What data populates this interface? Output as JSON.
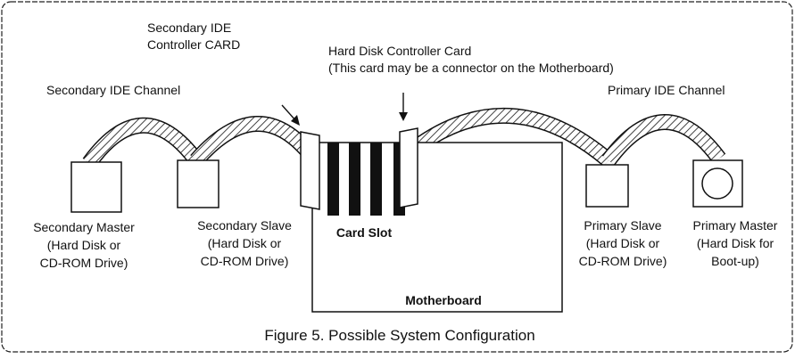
{
  "labels": {
    "secondary_ide_controller_line1": "Secondary IDE",
    "secondary_ide_controller_line2": "Controller CARD",
    "hdd_controller_line1": "Hard Disk Controller Card",
    "hdd_controller_line2": "(This card may be a connector on the Motherboard)",
    "secondary_channel": "Secondary IDE Channel",
    "primary_channel": "Primary IDE Channel",
    "card_slot": "Card Slot",
    "motherboard": "Motherboard"
  },
  "drives": {
    "secondary_master": [
      "Secondary Master",
      "(Hard Disk or",
      "CD-ROM Drive)"
    ],
    "secondary_slave": [
      "Secondary Slave",
      "(Hard Disk or",
      "CD-ROM Drive)"
    ],
    "primary_slave": [
      "Primary Slave",
      "(Hard Disk or",
      "CD-ROM Drive)"
    ],
    "primary_master": [
      "Primary Master",
      "(Hard Disk for",
      "Boot-up)"
    ]
  },
  "caption": "Figure 5. Possible System Configuration",
  "colors": {
    "ink": "#111111",
    "paper": "#ffffff"
  }
}
